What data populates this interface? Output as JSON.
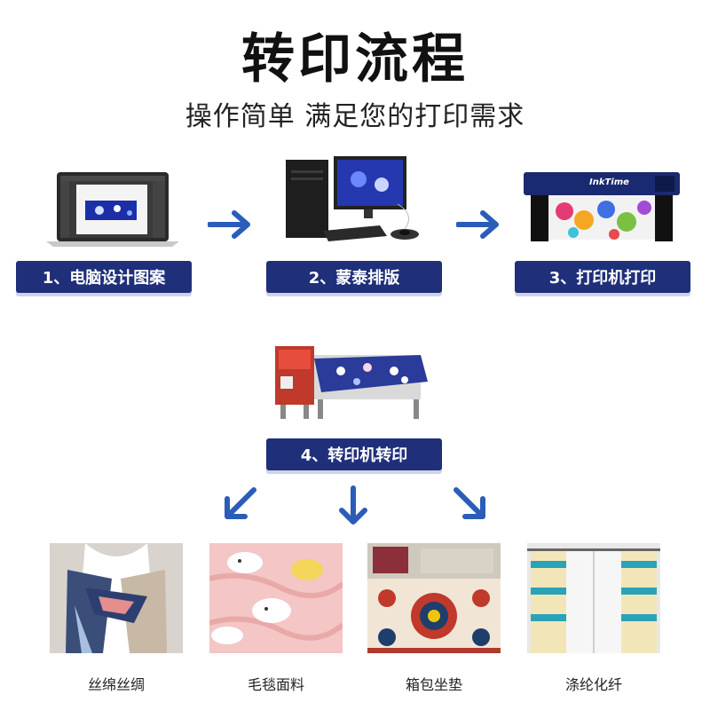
{
  "header": {
    "title": "转印流程",
    "subtitle": "操作简单 满足您的打印需求"
  },
  "steps": [
    {
      "label": "1、电脑设计图案",
      "image": "laptop-design"
    },
    {
      "label": "2、蒙泰排版",
      "image": "desktop-computer"
    },
    {
      "label": "3、打印机打印",
      "image": "printer"
    },
    {
      "label": "4、转印机转印",
      "image": "heat-transfer-machine"
    }
  ],
  "printer_brand": "InkTime",
  "products": [
    {
      "label": "丝绵丝绸",
      "image": "silk-scarf"
    },
    {
      "label": "毛毯面料",
      "image": "blanket-fabric"
    },
    {
      "label": "箱包坐垫",
      "image": "rug-cushion"
    },
    {
      "label": "涤纶化纤",
      "image": "polyester-curtain"
    }
  ],
  "colors": {
    "label_bg": "#1f2f7a",
    "arrow": "#2b5db8"
  }
}
